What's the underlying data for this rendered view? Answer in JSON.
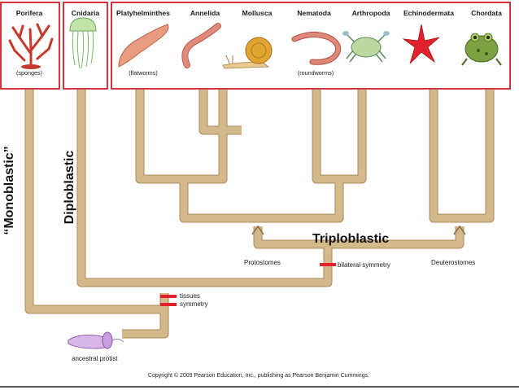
{
  "taxa": [
    {
      "name": "Porifera",
      "common": "(sponges)"
    },
    {
      "name": "Cnidaria",
      "common": ""
    },
    {
      "name": "Platyhelminthes",
      "common": "(flatworms)"
    },
    {
      "name": "Annelida",
      "common": ""
    },
    {
      "name": "Mollusca",
      "common": ""
    },
    {
      "name": "Nematoda",
      "common": "(roundworms)"
    },
    {
      "name": "Arthropoda",
      "common": ""
    },
    {
      "name": "Echinodermata",
      "common": ""
    },
    {
      "name": "Chordata",
      "common": ""
    }
  ],
  "group_labels": {
    "monoblastic": "“Monoblastic”",
    "diploblastic": "Diploblastic",
    "triploblastic": "Triploblastic"
  },
  "branch_labels": {
    "protostomes": "Protostomes",
    "deuterostomes": "Deuterostomes",
    "bilateral_symmetry": "bilateral symmetry",
    "tissues": "tissues",
    "symmetry": "symmetry"
  },
  "root_label": "ancestral protist",
  "copyright": "Copyright © 2009 Pearson Education, Inc., publishing as Pearson Benjamin Cummings.",
  "colors": {
    "branch": "#d4b98c",
    "branch_edge": "#a88a5c",
    "box": "#cc1f2b",
    "marker": "#e0222d"
  }
}
